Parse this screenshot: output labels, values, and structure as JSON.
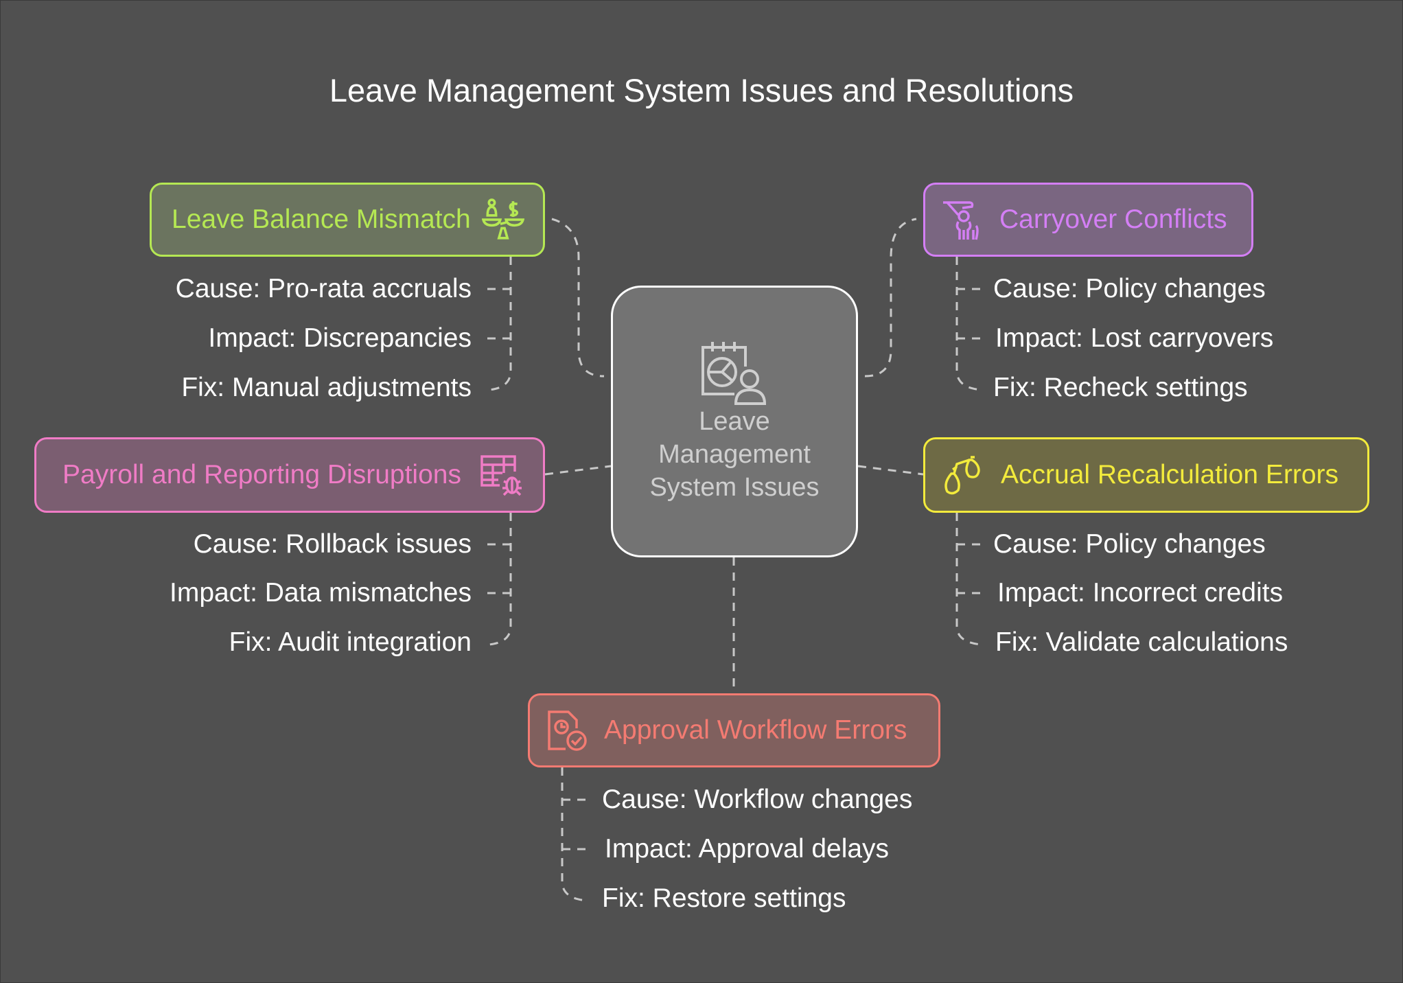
{
  "title": "Leave Management System Issues and Resolutions",
  "center": {
    "label": "Leave Management System Issues",
    "icon": "calendar-chart-user-icon"
  },
  "topics": [
    {
      "id": "leave-balance",
      "label": "Leave Balance Mismatch",
      "icon": "balance-scale-icon",
      "color": "#b5e853",
      "fill": "#6b745f",
      "items": [
        "Cause: Pro-rata accruals",
        "Impact: Discrepancies",
        "Fix: Manual adjustments"
      ]
    },
    {
      "id": "carryover",
      "label": "Carryover Conflicts",
      "icon": "hand-person-icon",
      "color": "#d47ff5",
      "fill": "#7a6681",
      "items": [
        "Cause: Policy changes",
        "Impact: Lost carryovers",
        "Fix: Recheck settings"
      ]
    },
    {
      "id": "payroll",
      "label": "Payroll and Reporting Disruptions",
      "icon": "table-bug-icon",
      "color": "#f07cc6",
      "fill": "#7b5e71",
      "items": [
        "Cause: Rollback issues",
        "Impact: Data mismatches",
        "Fix: Audit integration"
      ]
    },
    {
      "id": "accrual",
      "label": "Accrual Recalculation Errors",
      "icon": "money-bags-icon",
      "color": "#f3eb3c",
      "fill": "#6e6a45",
      "items": [
        "Cause: Policy changes",
        "Impact: Incorrect credits",
        "Fix: Validate calculations"
      ]
    },
    {
      "id": "approval",
      "label": "Approval Workflow Errors",
      "icon": "document-check-icon",
      "color": "#f47b72",
      "fill": "#80605e",
      "items": [
        "Cause: Workflow changes",
        "Impact: Approval delays",
        "Fix: Restore settings"
      ]
    }
  ]
}
